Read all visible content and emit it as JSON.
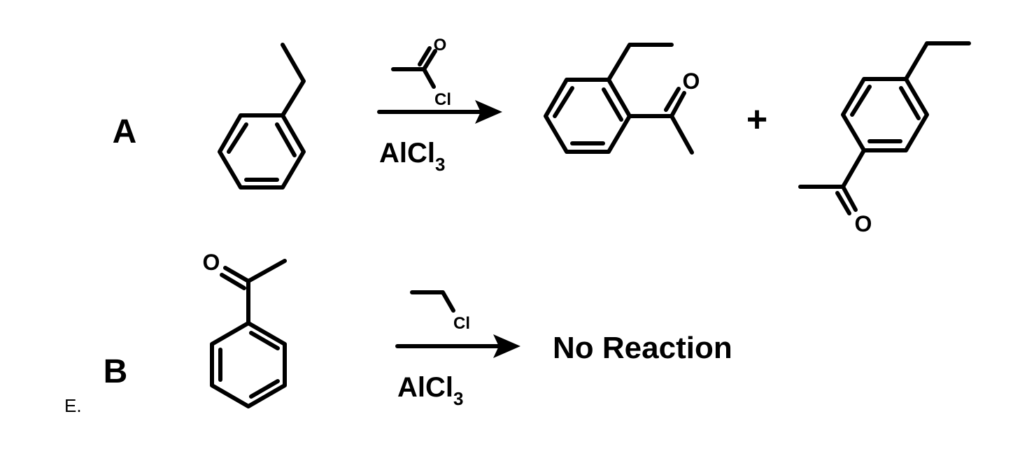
{
  "reactions": {
    "a": {
      "label": "A",
      "carbonyl_o": "O",
      "cl": "Cl",
      "catalyst": "AlCl",
      "catalyst_subscript": "3",
      "plus": "+",
      "product1_o": "O",
      "product2_o": "O"
    },
    "b": {
      "label": "B",
      "reactant_o": "O",
      "cl": "Cl",
      "catalyst": "AlCl",
      "catalyst_subscript": "3",
      "result": "No Reaction"
    }
  },
  "part_label": "E."
}
